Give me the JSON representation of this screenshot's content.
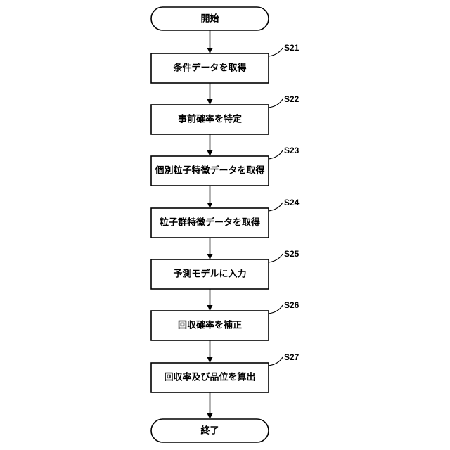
{
  "flowchart": {
    "start": {
      "label": "開始"
    },
    "end": {
      "label": "終了"
    },
    "steps": [
      {
        "id": "S21",
        "label": "条件データを取得"
      },
      {
        "id": "S22",
        "label": "事前確率を特定"
      },
      {
        "id": "S23",
        "label": "個別粒子特徴データを取得"
      },
      {
        "id": "S24",
        "label": "粒子群特徴データを取得"
      },
      {
        "id": "S25",
        "label": "予測モデルに入力"
      },
      {
        "id": "S26",
        "label": "回収確率を補正"
      },
      {
        "id": "S27",
        "label": "回収率及び品位を算出"
      }
    ]
  }
}
